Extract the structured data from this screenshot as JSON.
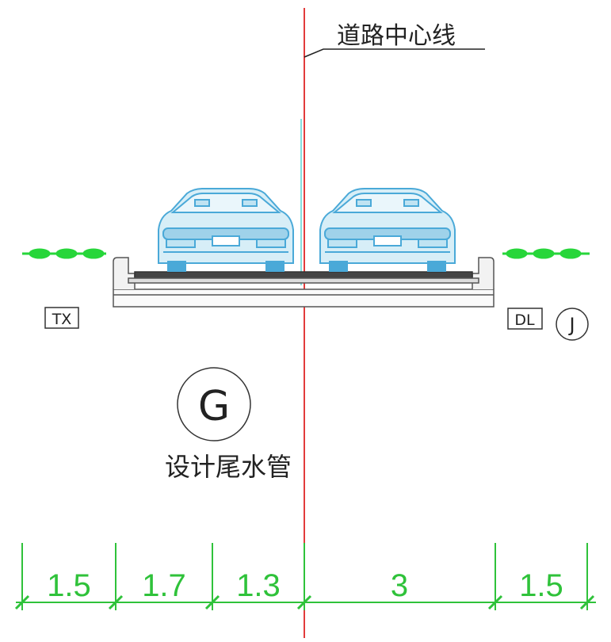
{
  "centerline_label": "道路中心线",
  "labels": {
    "tx": "TX",
    "dl": "DL",
    "j": "J",
    "g": "G",
    "pipe_text": "设计尾水管"
  },
  "dimensions": [
    "1.5",
    "1.7",
    "1.3",
    "3",
    "1.5"
  ],
  "colors": {
    "centerline": "#e23b3b",
    "centerline_inner": "#35c7c7",
    "vehicle": "#4aa9d8",
    "greenery": "#27d63a",
    "dimension": "#2fc23a",
    "structure": "#555555"
  }
}
